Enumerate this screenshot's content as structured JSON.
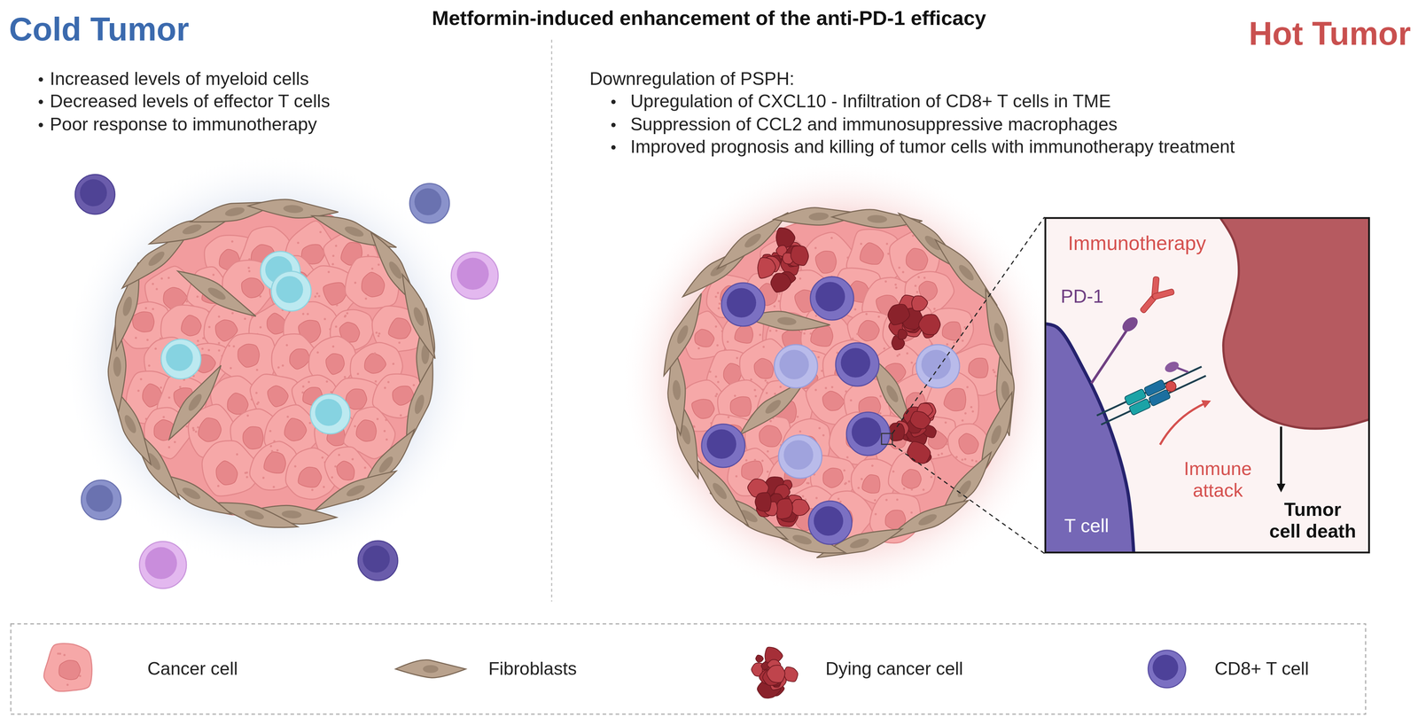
{
  "diagram": {
    "title": "Metformin-induced enhancement of the anti-PD-1 efficacy",
    "nodes": [
      {
        "text": [
          "Immunotherapy",
          "PD-1",
          "Immune attack",
          "Tumor cell death"
        ]
      },
      {
        "text": [
          "T cell"
        ],
        "in": 0
      }
    ],
    "labels": [
      "Cold Tumor",
      "Increased levels of myeloid cells",
      "Decreased levels of effector T cells",
      "Poor response to immunotherapy",
      "Hot Tumor",
      "Downregulation of PSPH:",
      "Upregulation of CXCL10 - Infiltration of CD8+ T cells in TME",
      "Suppression of CCL2 and immunosuppressive macrophages",
      "Improved prognosis and killing of tumor cells with immunotherapy treatment"
    ],
    "legend": [
      {
        "text": "Cancer cell"
      },
      {
        "text": "Fibroblasts"
      },
      {
        "text": "Dying cancer cell"
      },
      {
        "text": "CD8+ T cell"
      }
    ]
  }
}
